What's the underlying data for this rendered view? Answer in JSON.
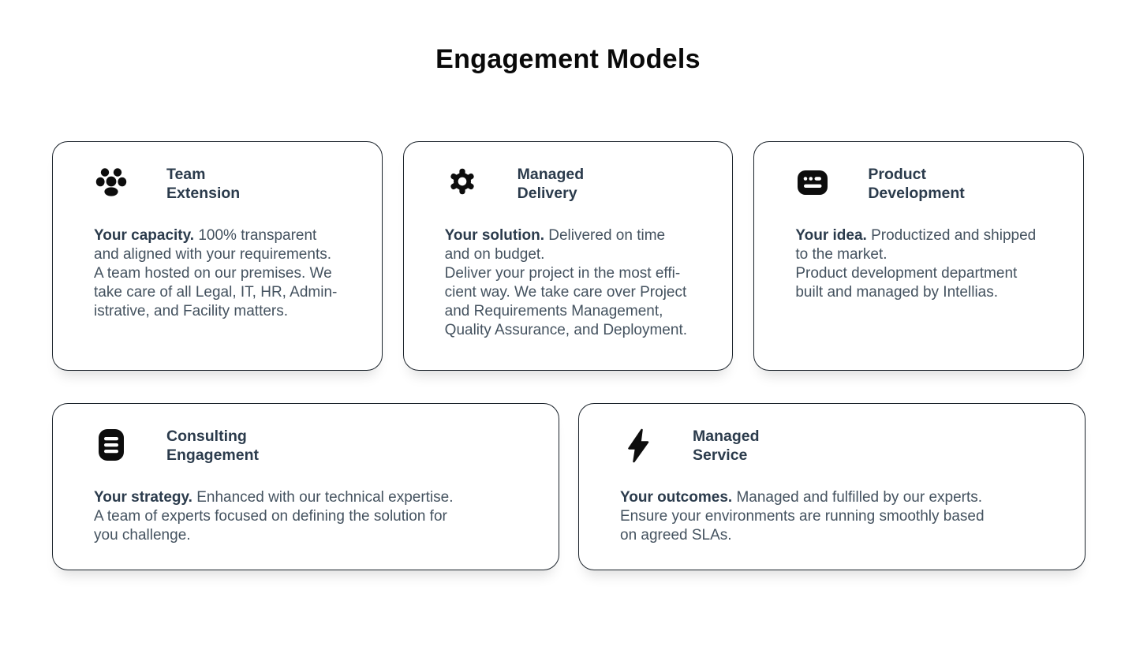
{
  "page": {
    "title": "Engagement Models"
  },
  "colors": {
    "background": "#ffffff",
    "title": "#0a0a0a",
    "card_border": "#1b232b",
    "card_heading": "#2b3b4c",
    "card_body": "#44525f",
    "icon": "#0d0d0d"
  },
  "cards": [
    {
      "icon": "team-icon",
      "title": "Team\nExtension",
      "lead": "Your capacity.",
      "rest": " 100% transparent\nand aligned with your requirements.\nA team hosted on our premises. We\ntake care of all Legal, IT, HR, Admin-\nistrative, and Facility matters."
    },
    {
      "icon": "gear-icon",
      "title": "Managed\nDelivery",
      "lead": "Your solution.",
      "rest": " Delivered on time\nand on budget.\nDeliver your project in the most effi-\ncient way. We take care over Project\nand Requirements Management,\nQuality Assurance, and Deployment."
    },
    {
      "icon": "product-card-icon",
      "title": "Product\nDevelopment",
      "lead": "Your idea.",
      "rest": " Productized and shipped\nto the market.\nProduct development department\nbuilt and managed by Intellias."
    },
    {
      "icon": "list-icon",
      "title": "Consulting\nEngagement",
      "lead": "Your strategy.",
      "rest": " Enhanced with our technical expertise.\nA team of experts focused on defining the solution for\nyou challenge."
    },
    {
      "icon": "lightning-icon",
      "title": "Managed\nService",
      "lead": "Your outcomes.",
      "rest": " Managed and fulfilled by our experts.\nEnsure your environments are running smoothly based\non agreed SLAs."
    }
  ]
}
